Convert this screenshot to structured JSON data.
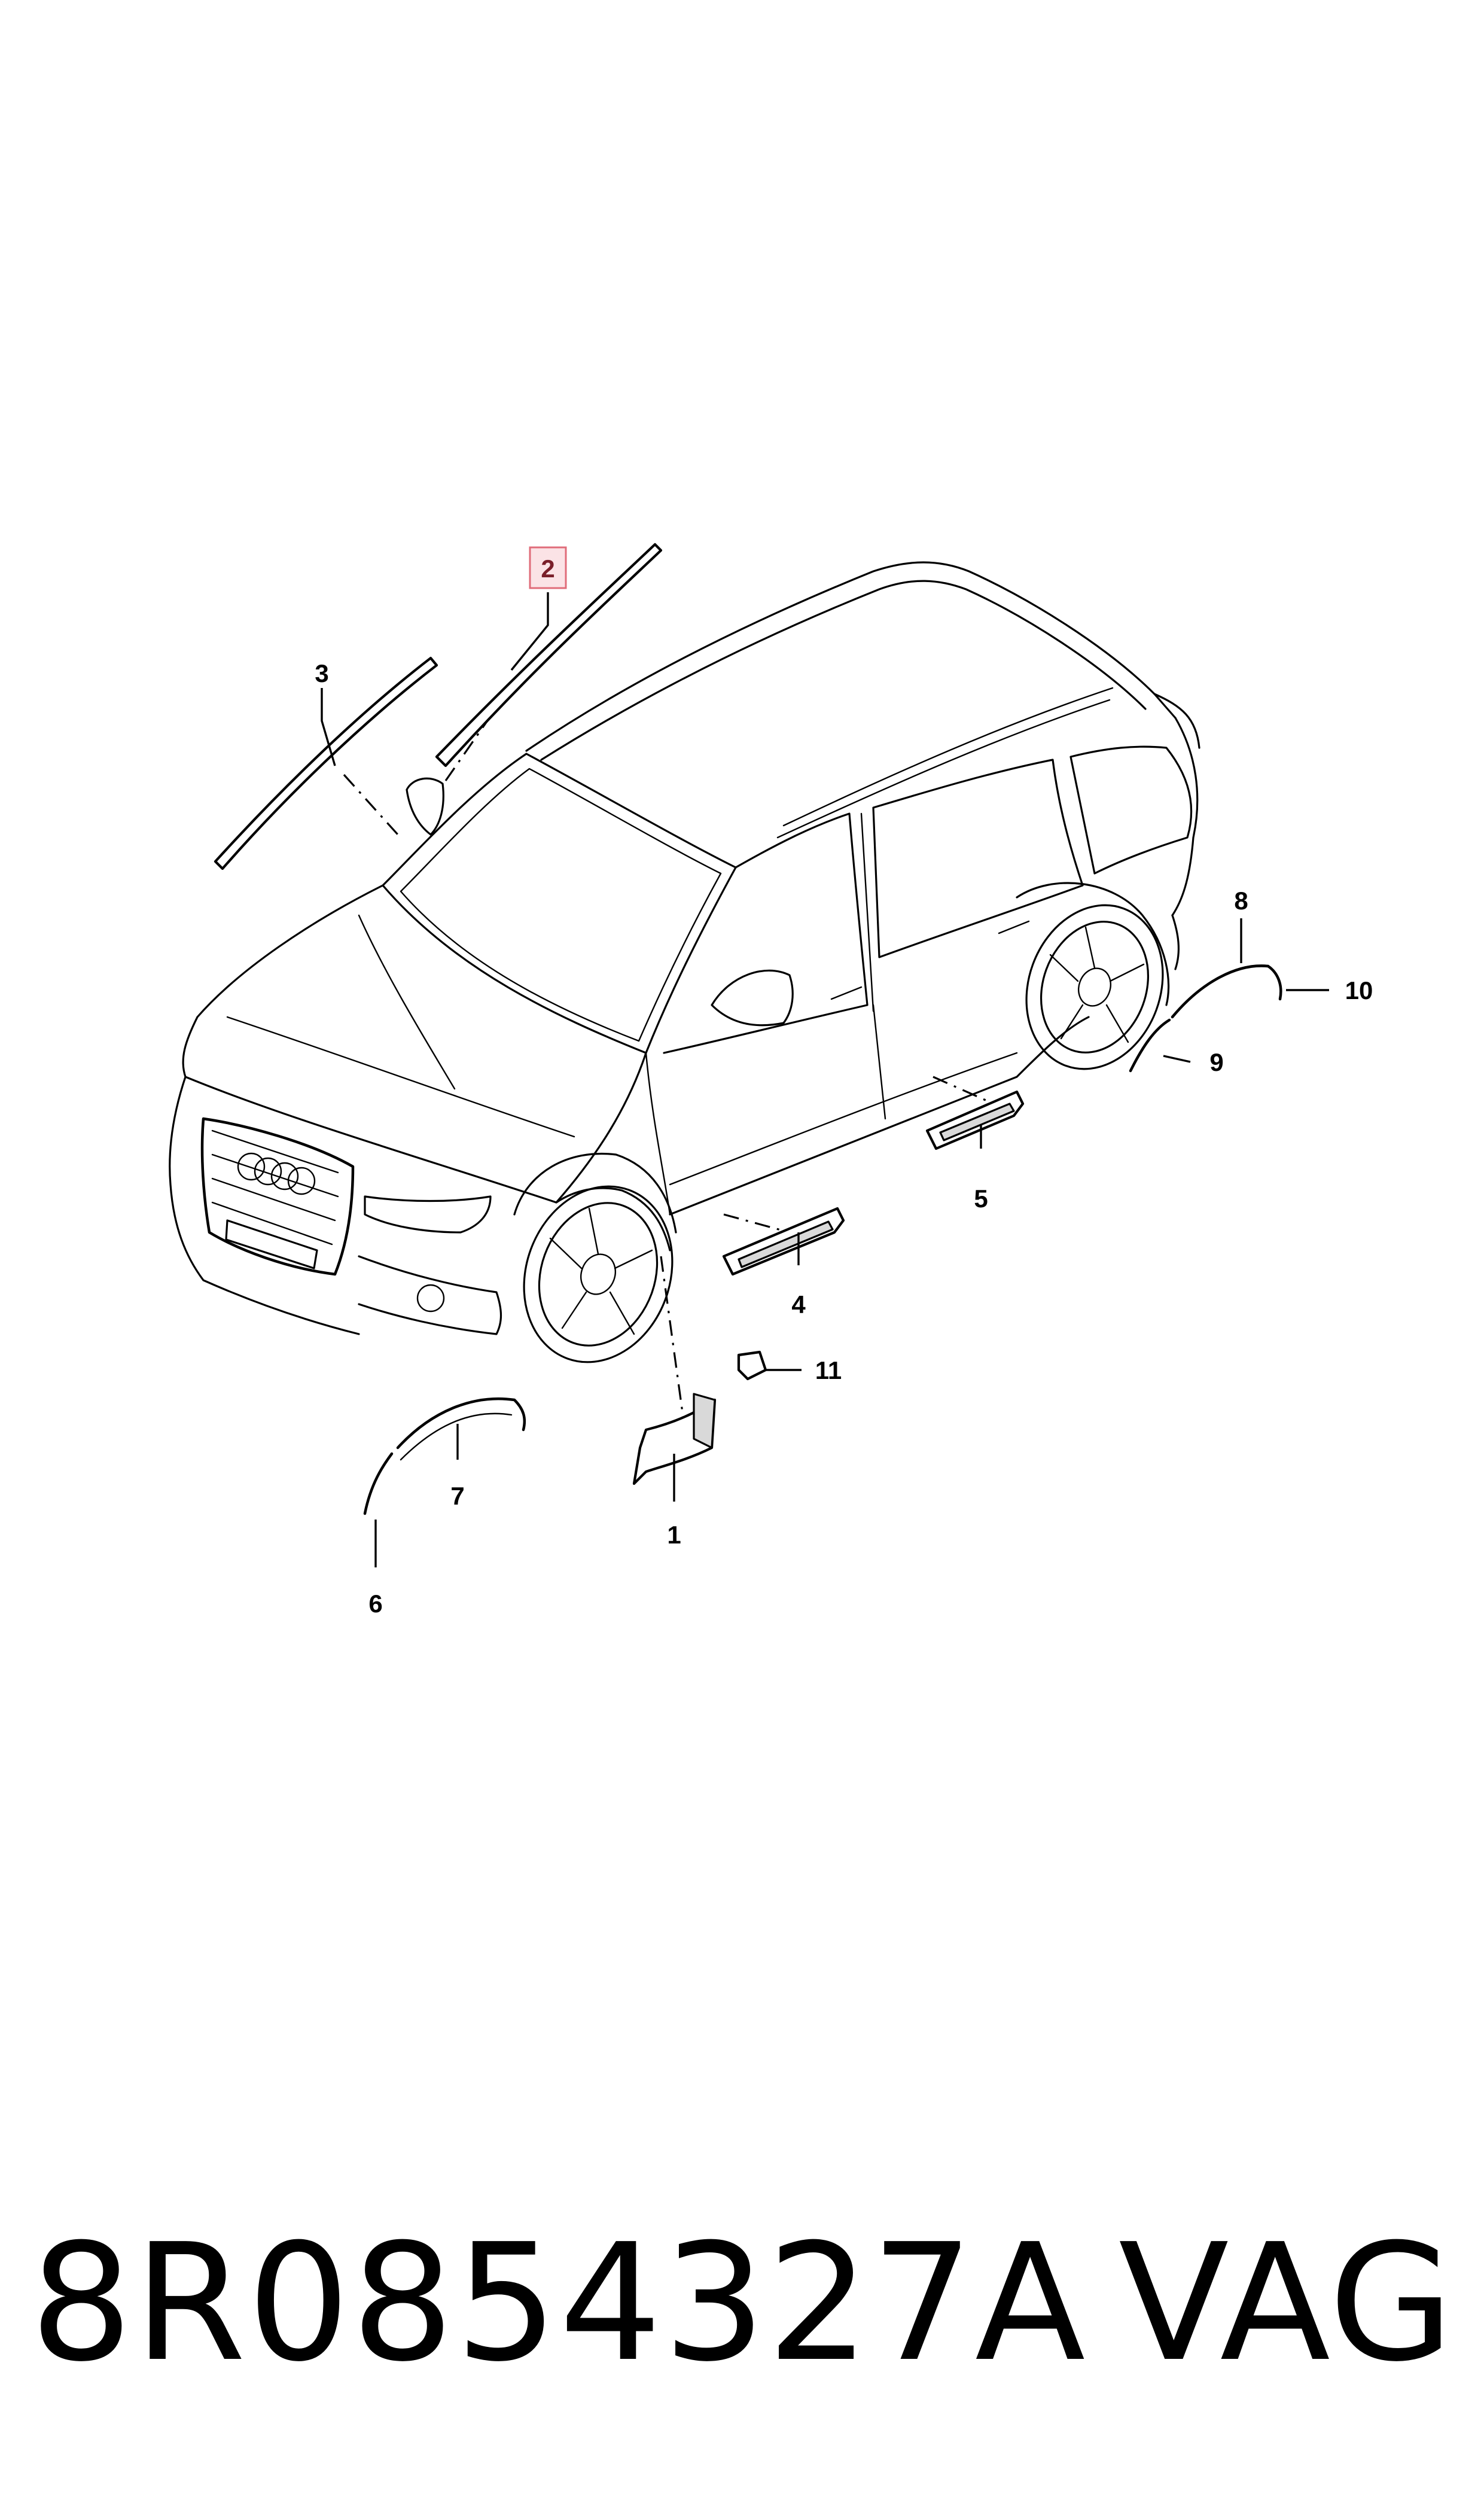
{
  "diagram": {
    "callouts": [
      {
        "label": "1",
        "highlighted": false
      },
      {
        "label": "2",
        "highlighted": true
      },
      {
        "label": "3",
        "highlighted": false
      },
      {
        "label": "4",
        "highlighted": false
      },
      {
        "label": "5",
        "highlighted": false
      },
      {
        "label": "6",
        "highlighted": false
      },
      {
        "label": "7",
        "highlighted": false
      },
      {
        "label": "8",
        "highlighted": false
      },
      {
        "label": "9",
        "highlighted": false
      },
      {
        "label": "10",
        "highlighted": false
      },
      {
        "label": "11",
        "highlighted": false
      }
    ],
    "highlight_color": "#e06c7a"
  },
  "footer": {
    "part_number": "8R0854327A",
    "brand": "VAG"
  }
}
